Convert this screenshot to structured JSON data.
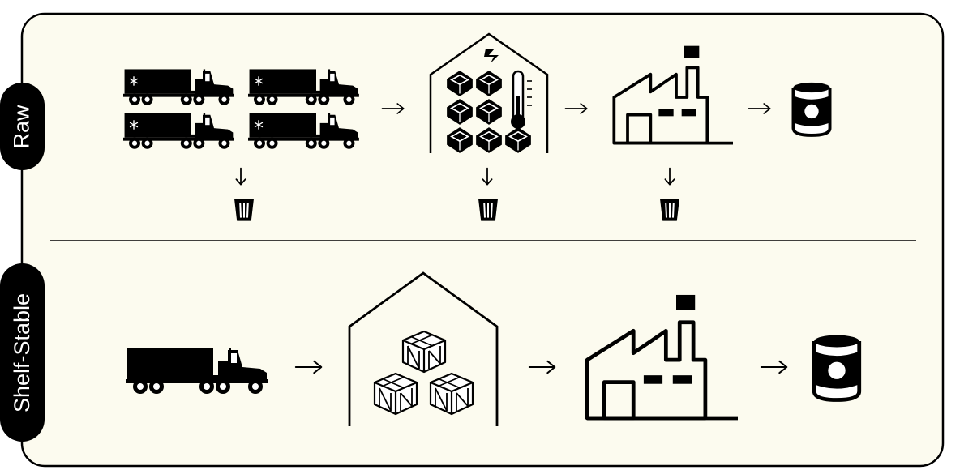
{
  "rows": {
    "raw": {
      "label": "Raw"
    },
    "shelf_stable": {
      "label": "Shelf-Stable"
    }
  },
  "icons": {
    "panel": "rounded-panel",
    "refrigerated_truck": "refrigerated-truck-icon",
    "truck": "truck-icon",
    "cold_storage": "cold-storage-warehouse-icon",
    "warehouse": "warehouse-icon",
    "factory": "factory-icon",
    "can": "can-icon",
    "waste_bin": "waste-bin-icon",
    "arrow_right": "arrow-right-icon",
    "arrow_down": "arrow-down-icon",
    "snowflake": "snowflake-icon",
    "lightning": "lightning-icon",
    "thermometer": "thermometer-icon",
    "crate": "crate-icon"
  },
  "colors": {
    "ink": "#000000",
    "panel_bg": "#fcfbef",
    "page_bg": "#ffffff"
  }
}
